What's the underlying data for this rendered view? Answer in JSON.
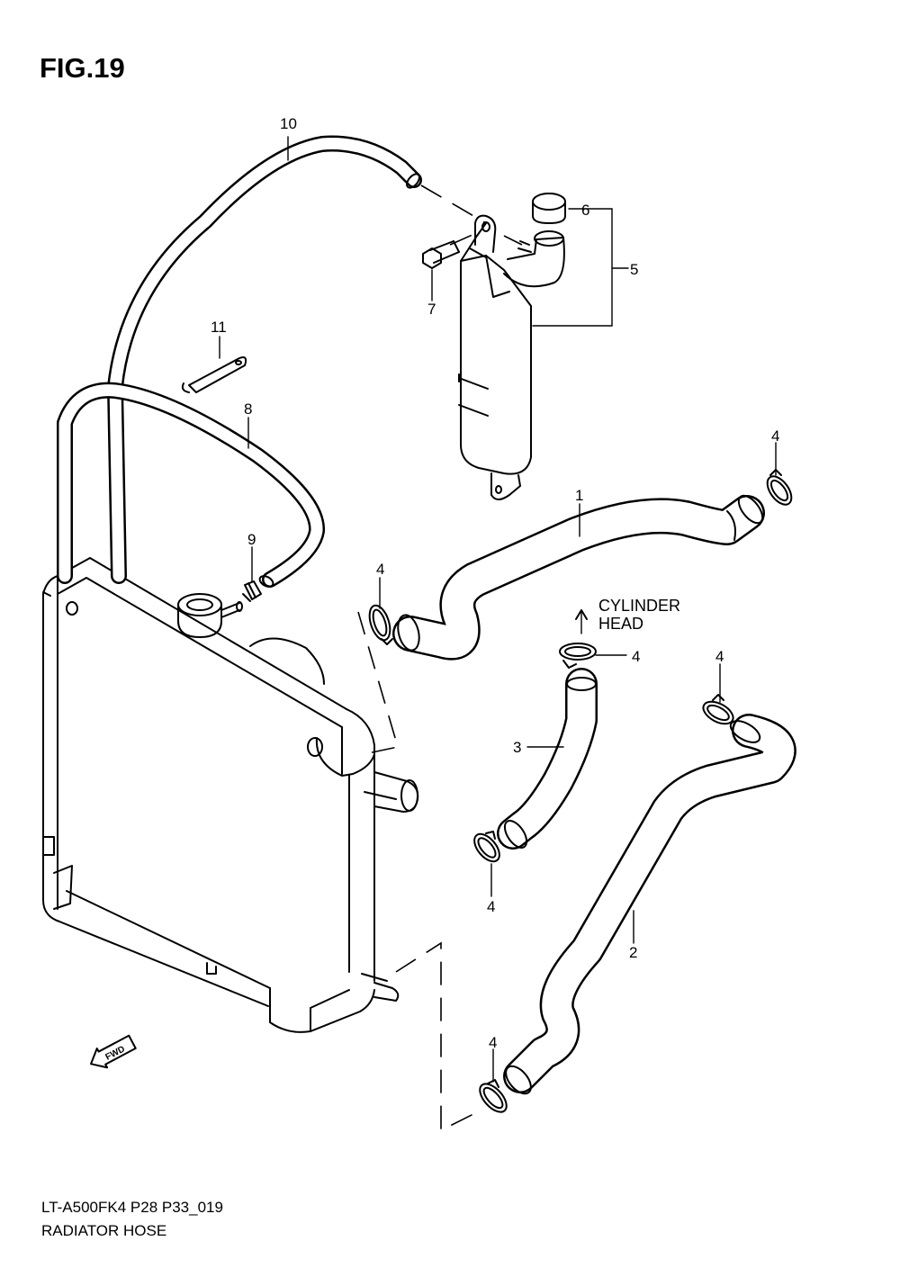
{
  "figure": {
    "title": "FIG.19"
  },
  "footer": {
    "model_code": "LT-A500FK4 P28 P33_019",
    "section_name": "RADIATOR HOSE"
  },
  "callouts": {
    "n1": "1",
    "n2": "2",
    "n3": "3",
    "n4a": "4",
    "n4b": "4",
    "n4c": "4",
    "n4d": "4",
    "n4e": "4",
    "n4f": "4",
    "n5": "5",
    "n6": "6",
    "n7": "7",
    "n8": "8",
    "n9": "9",
    "n10": "10",
    "n11": "11"
  },
  "direction_label": {
    "line1": "CYLINDER",
    "line2": "HEAD"
  },
  "fwd_label": "FWD"
}
